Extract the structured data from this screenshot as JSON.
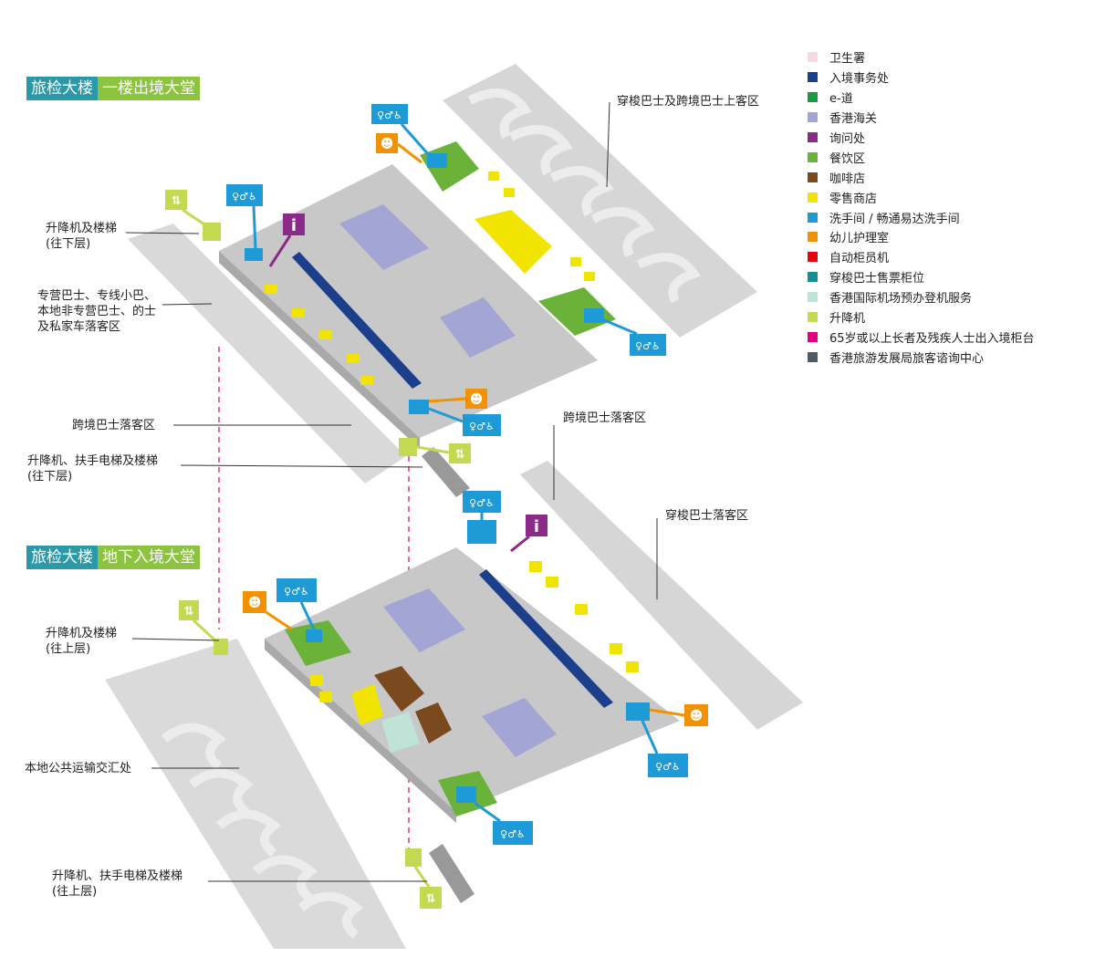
{
  "titles": {
    "upper": {
      "part1": "旅检大楼",
      "part2": "一楼出境大堂"
    },
    "lower": {
      "part1": "旅检大楼",
      "part2": "地下入境大堂"
    }
  },
  "labels": {
    "shuttle_bus_pickup": "穿梭巴士及跨境巴士上客区",
    "lift_stairs_down": "升降机及楼梯\n(往下层)",
    "franchised_bus_area": "专营巴士、专线小巴、\n本地非专营巴士、的士\n及私家车落客区",
    "cross_border_dropoff_1": "跨境巴士落客区",
    "lift_escalator_down": "升降机、扶手电梯及楼梯\n(往下层)",
    "cross_border_dropoff_2": "跨境巴士落客区",
    "shuttle_dropoff": "穿梭巴士落客区",
    "lift_stairs_up": "升降机及楼梯\n(往上层)",
    "public_transport": "本地公共运输交汇处",
    "lift_escalator_up": "升降机、扶手电梯及楼梯\n(往上层)"
  },
  "legend": [
    {
      "label": "卫生署",
      "color": "#f8d7e6"
    },
    {
      "label": "入境事务处",
      "color": "#1b3f8b"
    },
    {
      "label": "e-道",
      "color": "#1a9a45"
    },
    {
      "label": "香港海关",
      "color": "#a3a6d4"
    },
    {
      "label": "询问处",
      "color": "#8b2a88"
    },
    {
      "label": "餐饮区",
      "color": "#6ab23a"
    },
    {
      "label": "咖啡店",
      "color": "#7a4a1e"
    },
    {
      "label": "零售商店",
      "color": "#f1e400"
    },
    {
      "label": "洗手间 / 畅通易达洗手间",
      "color": "#1e9ad6"
    },
    {
      "label": "幼儿护理室",
      "color": "#f39200"
    },
    {
      "label": "自动柜员机",
      "color": "#e30613"
    },
    {
      "label": "穿梭巴士售票柜位",
      "color": "#138f93"
    },
    {
      "label": "香港国际机场预办登机服务",
      "color": "#bfe3d7"
    },
    {
      "label": "升降机",
      "color": "#c4d952"
    },
    {
      "label": "65岁或以上长者及残疾人士出入境柜台",
      "color": "#e6007e"
    },
    {
      "label": "香港旅游发展局旅客谘询中心",
      "color": "#4f5b66"
    }
  ],
  "icons": {
    "info_glyph": "i",
    "lift_glyph": "⇅",
    "toilet_glyph": "♀♂♿",
    "baby_glyph": "☻"
  }
}
